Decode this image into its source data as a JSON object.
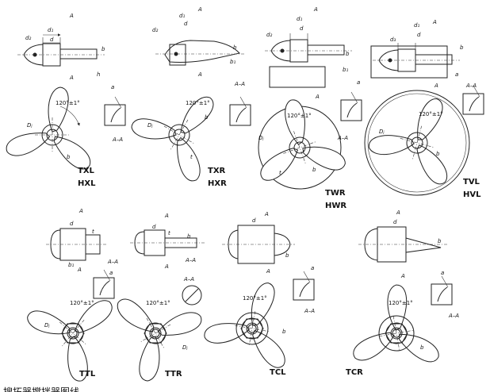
{
  "labels": {
    "txl": "TXL",
    "hxl": "HXL",
    "txr": "TXR",
    "hxr": "HXR",
    "twr": "TWR",
    "hwr": "HWR",
    "tvl": "TVL",
    "hvl": "HVL",
    "ttl": "TTL",
    "ttr": "TTR",
    "tcl": "TCL",
    "tcr": "TCR"
  },
  "dims": {
    "d": "d",
    "d1": "d₁",
    "d2": "d₂",
    "d3": "d₃",
    "b": "b",
    "b1": "b₁",
    "t": "t",
    "a": "a",
    "h": "h",
    "dj": "Dⱼ",
    "section_mark": "A",
    "section": "A–A",
    "angle": "120°±1°"
  },
  "colors": {
    "line": "#222222",
    "background": "#ffffff"
  },
  "footer": {
    "cropped_text": "搜拓器搅拌器图线"
  }
}
